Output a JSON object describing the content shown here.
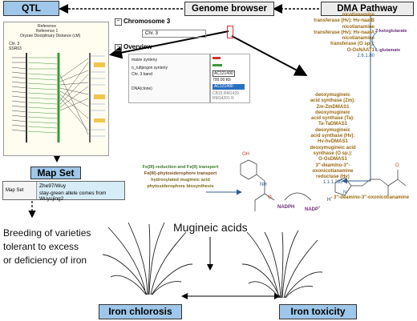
{
  "boxes": {
    "qtl": "QTL",
    "genome_browser": "Genome browser",
    "dma_pathway": "DMA Pathway",
    "map_set": "Map Set",
    "iron_chlorosis": "Iron chlorosis",
    "iron_toxicity": "Iron toxicity"
  },
  "qtl_panel": {
    "header": [
      "Reference",
      "Reference 1",
      "Oryzae Disciplinary Distance (cM)"
    ],
    "chr": "Chr. 3",
    "sub": "SSR63"
  },
  "genome_panel": {
    "chromosome_label": "Chromosome 3",
    "chr_field": "Chr. 3",
    "overview_label": "Overview",
    "track_maize": "maize synteny",
    "track_rufipogon": "o_rufipogon synteny",
    "track_band": "Chr. 3 band",
    "track_dna": "DNA(clone)",
    "clone_id": "AC121490",
    "scale": "700.00 Kb",
    "clone_sel": "AC121490",
    "marker_line": "CB15 RM1429",
    "marker_line2": "RM14201  R"
  },
  "map_set": {
    "label": "Map Set",
    "line1": "Zhe97/Wuy",
    "line2": "stay-green allele comes from Wuyujing2"
  },
  "enzymes_top": {
    "lines": [
      "nicotianamine",
      "transferase (Hv): Hv-naatB",
      "nicotianamine",
      "transferase (Hv): Hv-naatA",
      "nicotianamine",
      "transferase (O sp.):",
      "O-OsNAAT1",
      "2.6.1.80"
    ]
  },
  "pathway_right": {
    "a": "2-ketoglutarate",
    "b": "L-glutamate"
  },
  "enzymes_mid": {
    "lines": [
      "deoxymugineic",
      "acid synthase (Zm):",
      "Zm-ZmDMAS1",
      "deoxymugineic",
      "acid synthase (Ta):",
      "Ta-TaDMAS1",
      "deoxymugineic",
      "acid synthase (Hv):",
      "Hv-hvDMAS1",
      "deoxymugineic acid",
      "synthase (O sp.):",
      "O-OsDMAS1",
      "3\"-deamino-3\"-",
      "oxonicotianamine",
      "reductase (Hv)",
      "1.1.1.285"
    ]
  },
  "transport_text": [
    "Fe(III)-reduction and Fe(II) transport",
    "Fe(III)-phytosiderophore transport",
    "hydroxylated mugineic acid",
    "phytosiderophore biosynthesis"
  ],
  "chem": {
    "nadph": "NADPH",
    "nadp": "NADP",
    "nadp_sup": "+",
    "h": "H",
    "h_sup": "+",
    "product": "3\"-deamino-3\"-oxonicotianamine",
    "oh": "OH",
    "o": "O",
    "n": "N",
    "nh": "NH"
  },
  "center_label": "Mugineic acids",
  "breeding_text": [
    "Breeding of varieties",
    "tolerant to excess",
    "or deficiency of iron"
  ],
  "colors": {
    "box_blue": "#9ec7e9",
    "box_grey": "#ececec",
    "enzyme_brown": "#9a6a12",
    "path_purple": "#6b2f7a",
    "chem_red": "#c0422a",
    "highlight_yellow": "#f3c54e",
    "track_green": "#3a9a3a"
  },
  "icons": [
    "minus-icon",
    "rice-plant-left",
    "rice-plant-right",
    "chemical-structure"
  ]
}
